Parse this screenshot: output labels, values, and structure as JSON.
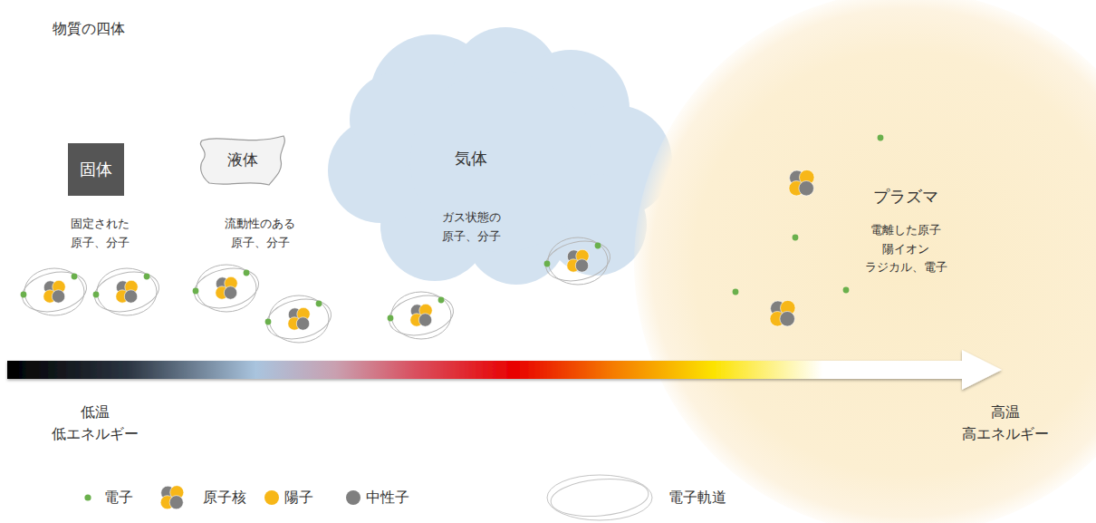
{
  "diagram": {
    "title": "物質の四体",
    "nodes": [
      {
        "text": [
          "固体"
        ]
      },
      {
        "text": [
          "液体"
        ]
      },
      {
        "text": [
          "気体",
          "ガス状態の 原子、分子"
        ]
      },
      {
        "text": [
          "プラズマ",
          "電離した原子 陽イオン ラジカル、電子"
        ]
      }
    ],
    "labels": [
      "固定された 原子、分子",
      "流動性のある 原子、分子",
      "低温 低エネルギー",
      "高温 高エネルギー"
    ],
    "legend": [
      {
        "text": "電子",
        "color": "#6ab04c"
      },
      {
        "text": "原子核"
      },
      {
        "text": "陽子",
        "color": "#f7b718"
      },
      {
        "text": "中性子",
        "color": "#7f7f7f"
      },
      {
        "text": "電子軌道"
      }
    ]
  }
}
